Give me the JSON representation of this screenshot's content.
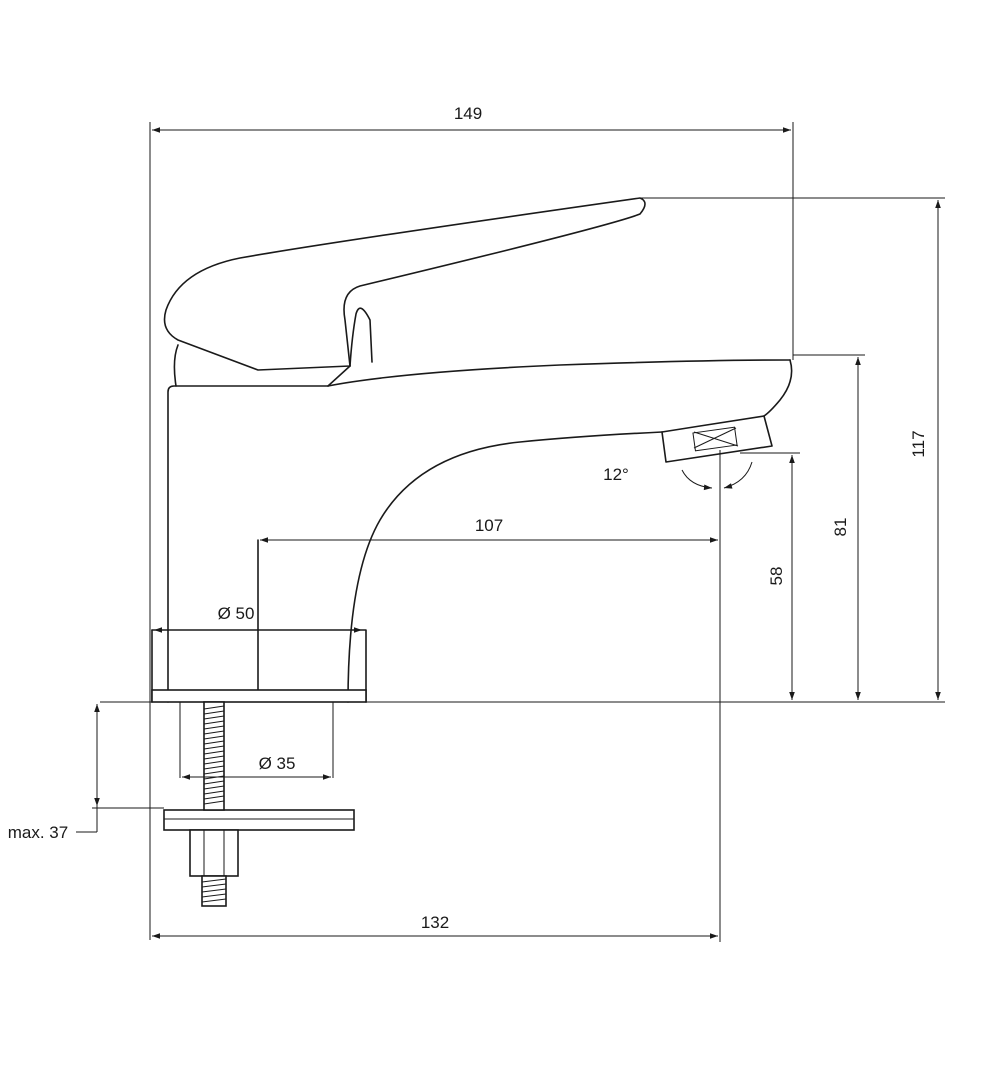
{
  "dimensions": {
    "overall_width": "149",
    "total_height": "117",
    "spout_height": "81",
    "outlet_height": "58",
    "spout_reach": "107",
    "base_diameter": "Ø 50",
    "hole_diameter": "Ø 35",
    "outlet_angle": "12°",
    "max_counter_thickness": "max. 37",
    "axis_distance": "132"
  }
}
